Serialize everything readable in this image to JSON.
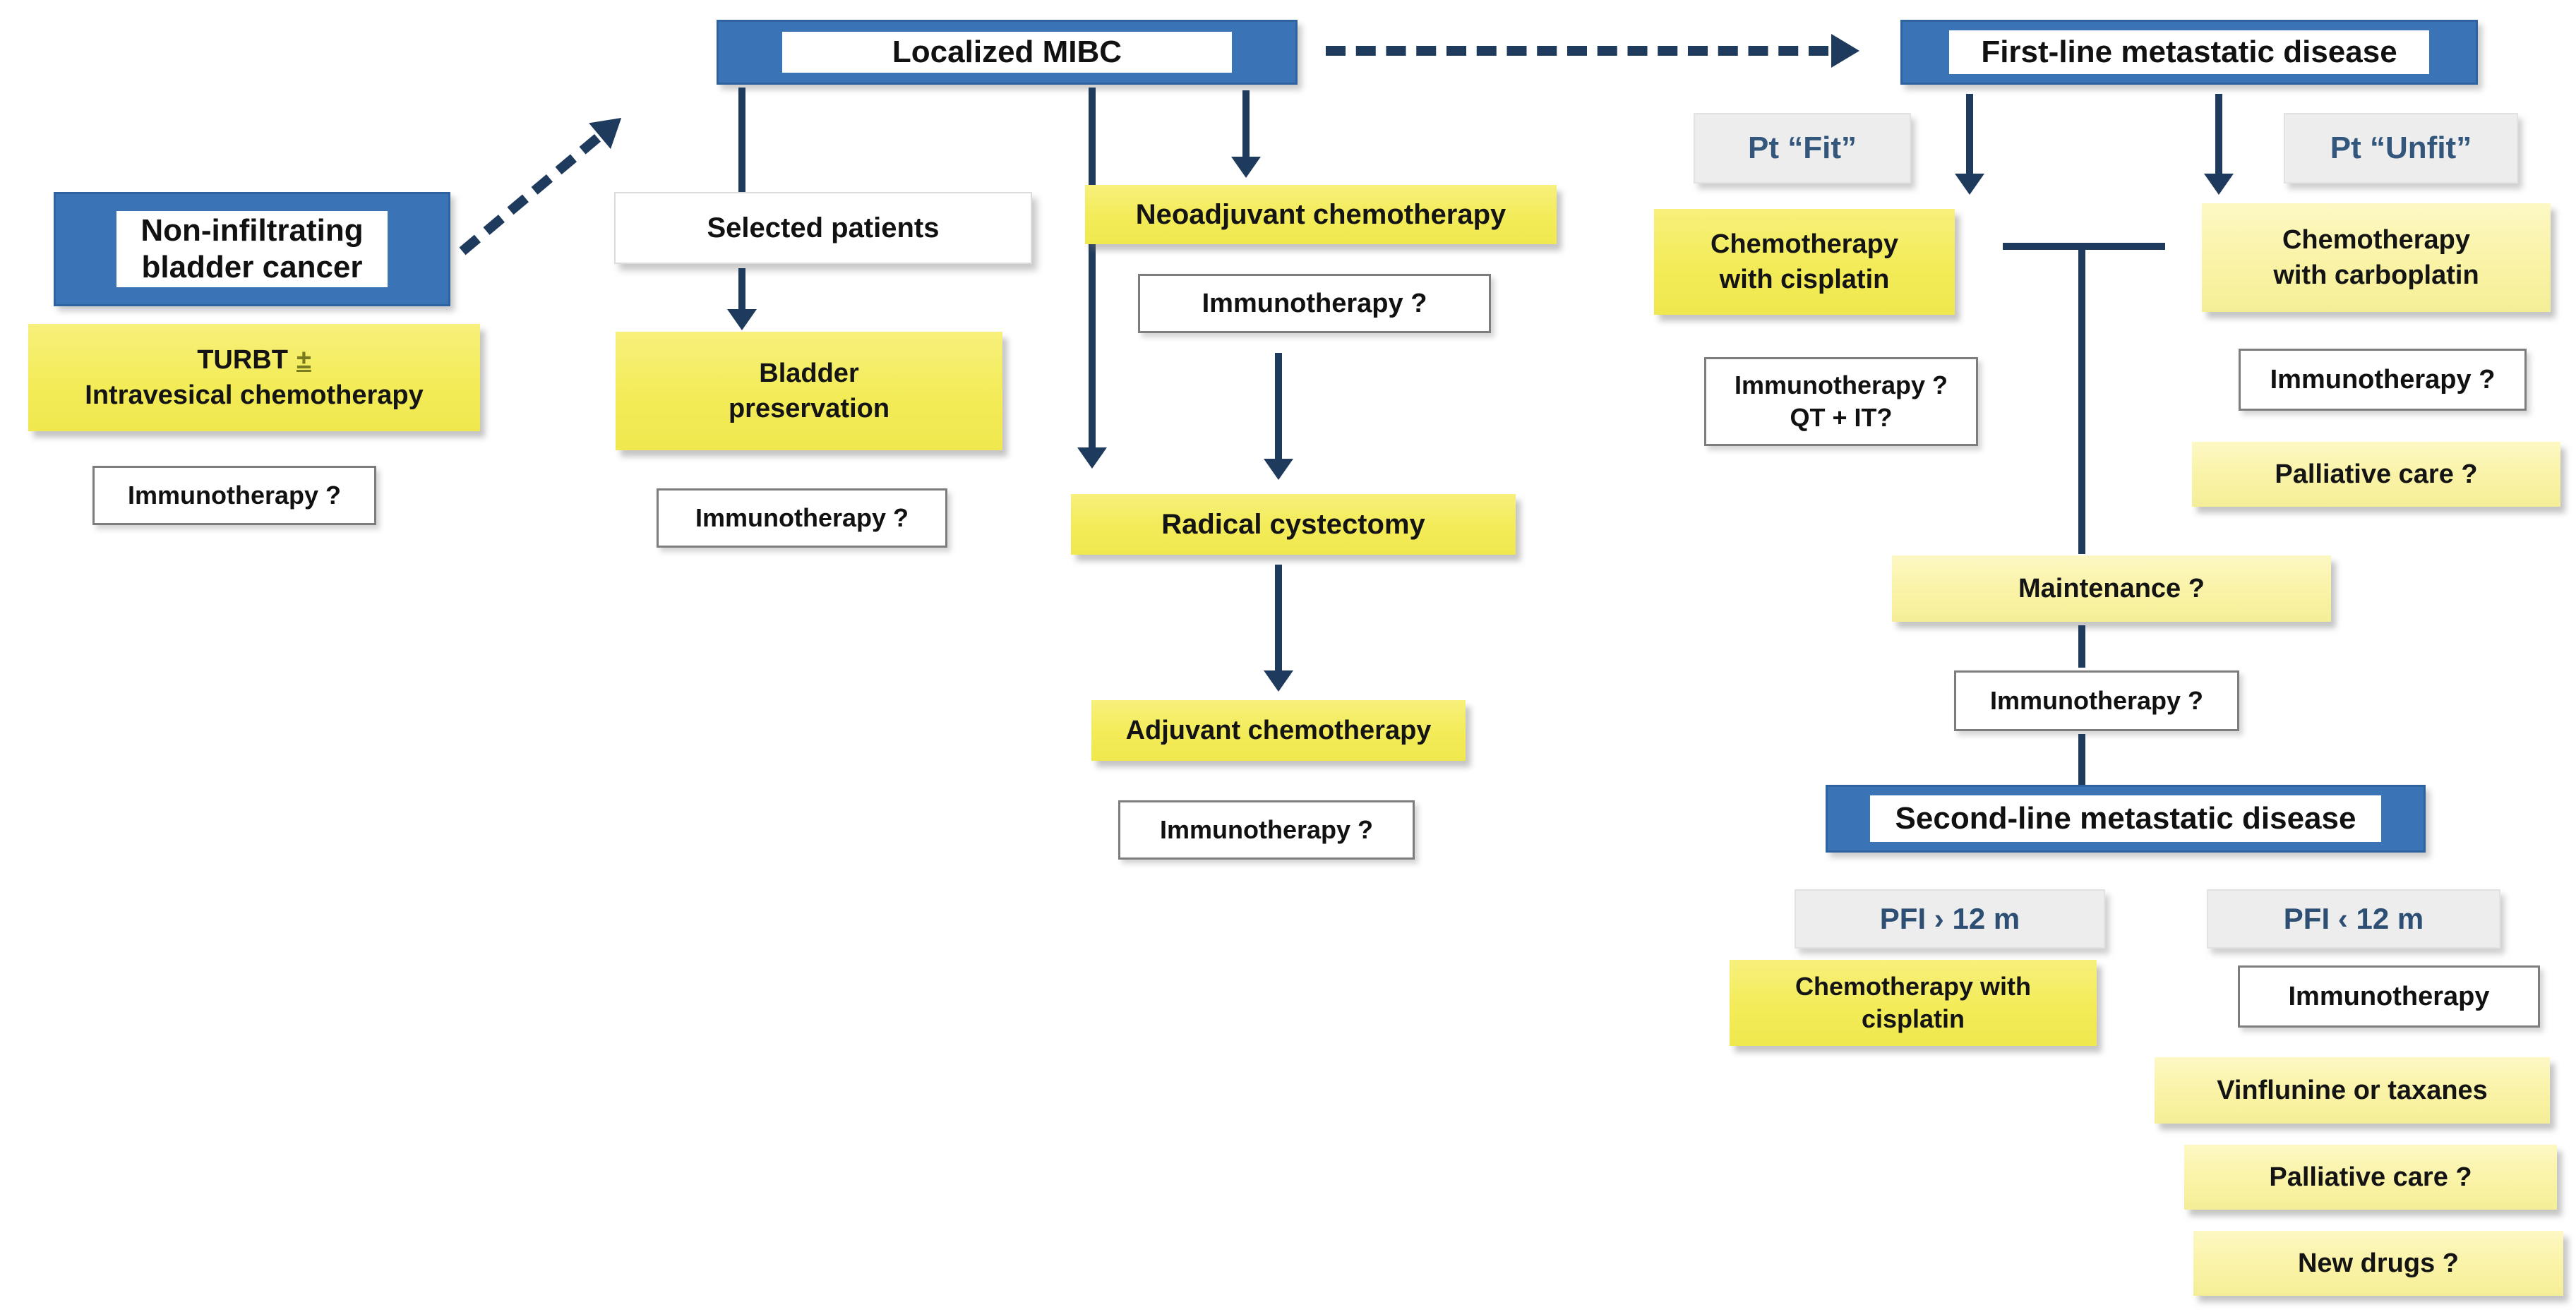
{
  "colors": {
    "header_blue": "#3a74b7",
    "arrow_navy": "#1e3a5c",
    "bright_yellow": "#f3ec58",
    "pale_yellow": "#faf3a6",
    "gray_label_bg": "#ededed",
    "gray_label_text": "#33567c",
    "white_box_border": "#7d7d7d"
  },
  "left": {
    "header_line1": "Non-infiltrating",
    "header_line2": "bladder cancer",
    "turbt_prefix": "TURBT",
    "turbt_pm": "±",
    "turbt_line2": "Intravesical chemotherapy",
    "immunotherapy": "Immunotherapy ?"
  },
  "localized": {
    "header": "Localized MIBC",
    "selected_patients": "Selected patients",
    "bladder_line1": "Bladder",
    "bladder_line2": "preservation",
    "immunotherapy_bladder": "Immunotherapy ?",
    "neoadjuvant": "Neoadjuvant chemotherapy",
    "immunotherapy_neoadjuvant": "Immunotherapy ?",
    "radical_cystectomy": "Radical cystectomy",
    "adjuvant": "Adjuvant chemotherapy",
    "immunotherapy_adjuvant": "Immunotherapy ?"
  },
  "first_line": {
    "header": "First-line metastatic disease",
    "pt_fit": "Pt “Fit”",
    "pt_unfit": "Pt “Unfit”",
    "cisplatin_line1": "Chemotherapy",
    "cisplatin_line2": "with cisplatin",
    "immuno_qt_line1": "Immunotherapy ?",
    "immuno_qt_line2": "QT + IT?",
    "carboplatin_line1": "Chemotherapy",
    "carboplatin_line2": "with carboplatin",
    "immunotherapy_carboplatin": "Immunotherapy ?",
    "palliative": "Palliative care ?",
    "maintenance": "Maintenance ?",
    "immunotherapy_maintenance": "Immunotherapy ?"
  },
  "second_line": {
    "header": "Second-line metastatic disease",
    "pfi_gt": "PFI › 12 m",
    "pfi_lt": "PFI ‹ 12 m",
    "cisplatin_line1": "Chemotherapy with",
    "cisplatin_line2": "cisplatin",
    "immunotherapy": "Immunotherapy",
    "vinflunine": "Vinflunine or taxanes",
    "palliative": "Palliative care ?",
    "new_drugs": "New drugs ?"
  }
}
